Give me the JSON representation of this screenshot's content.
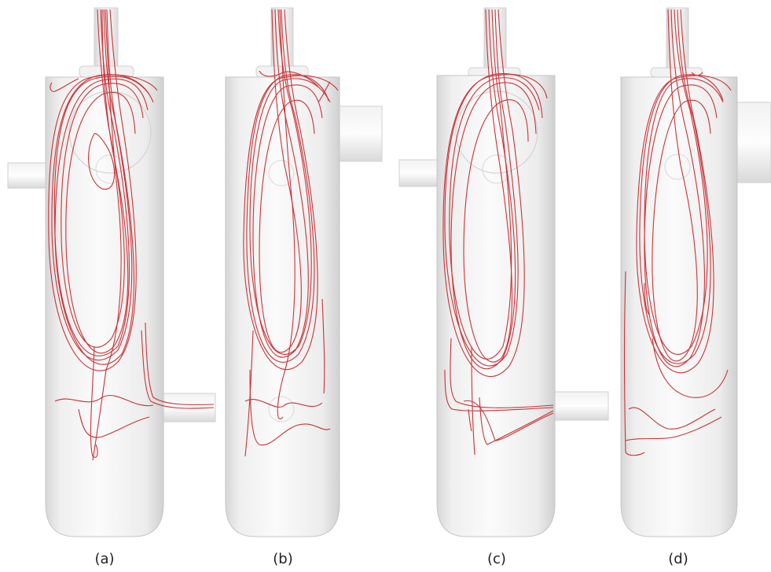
{
  "figure": {
    "panels": [
      {
        "id": "a",
        "label": "(a)",
        "inlet_side": "left",
        "outlet_side": "right-bottom"
      },
      {
        "id": "b",
        "label": "(b)",
        "inlet_side": "right-top",
        "outlet_side": "none"
      },
      {
        "id": "c",
        "label": "(c)",
        "inlet_side": "left",
        "outlet_side": "right-bottom"
      },
      {
        "id": "d",
        "label": "(d)",
        "inlet_side": "right-top",
        "outlet_side": "none"
      }
    ],
    "colors": {
      "streamline": "#c8282d",
      "vessel_light": "#fbfbfb",
      "vessel_shade": "#d2d2d2",
      "vessel_edge": "#c4c4c4"
    }
  }
}
